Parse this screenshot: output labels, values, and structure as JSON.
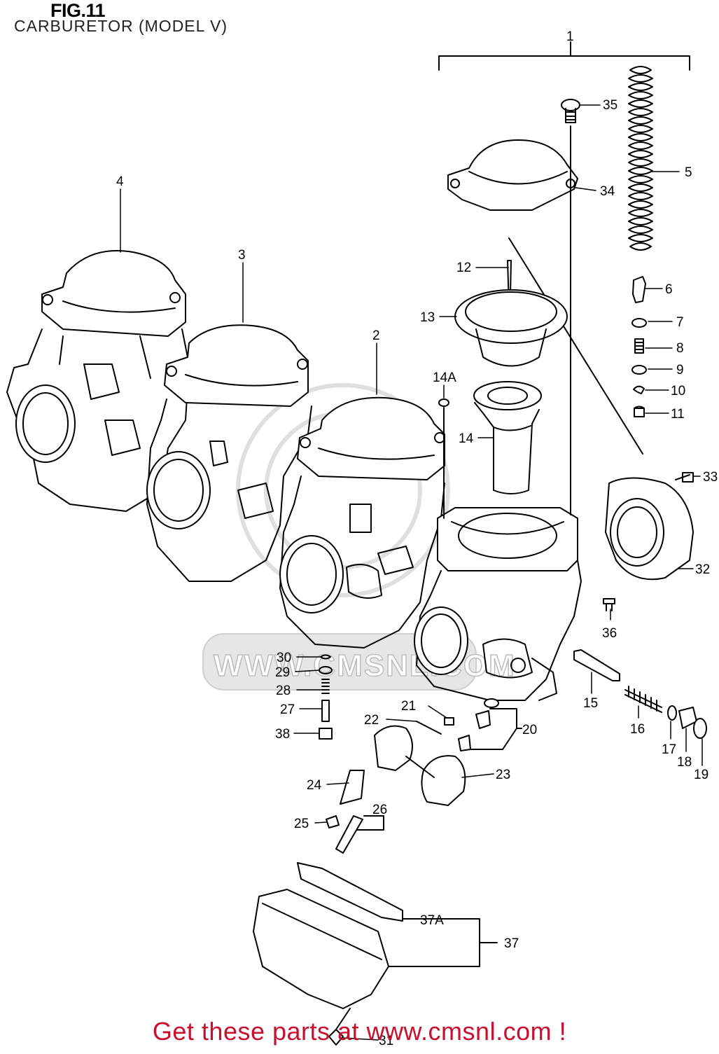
{
  "figure": {
    "title": "FIG.11",
    "subtitle": "CARBURETOR (MODEL V)"
  },
  "watermark": "WWW.CMSNL.COM",
  "footer": {
    "link_text": "Get these parts at www.cmsnl.com !"
  },
  "callouts": [
    "1",
    "2",
    "3",
    "4",
    "5",
    "6",
    "7",
    "8",
    "9",
    "10",
    "11",
    "12",
    "13",
    "14",
    "14A",
    "15",
    "16",
    "17",
    "18",
    "19",
    "20",
    "21",
    "22",
    "23",
    "24",
    "25",
    "26",
    "27",
    "28",
    "29",
    "30",
    "31",
    "32",
    "33",
    "34",
    "35",
    "36",
    "37",
    "37A",
    "38"
  ]
}
